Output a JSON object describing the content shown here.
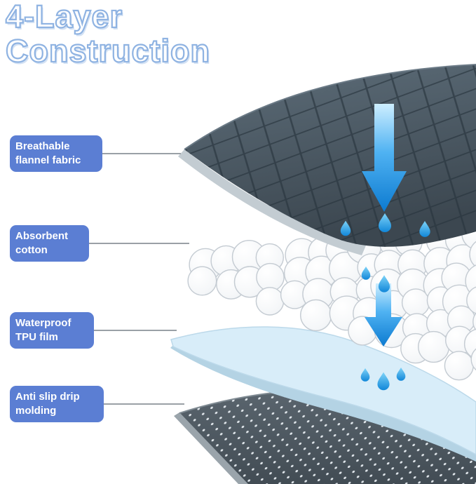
{
  "title": {
    "line1": "4-Layer",
    "line2": "Construction"
  },
  "labels": [
    {
      "id": "breathable-flannel",
      "text": "Breathable\nflannel fabric"
    },
    {
      "id": "absorbent-cotton",
      "text": "Absorbent\ncotton"
    },
    {
      "id": "waterproof-tpu",
      "text": "Waterproof\nTPU film"
    },
    {
      "id": "anti-slip-molding",
      "text": "Anti slip drip\nmolding"
    }
  ],
  "colors": {
    "label_background": "#5b7ed3",
    "label_text": "#ffffff",
    "title_fill": "#ffffff",
    "title_outline": "#8fb3e2",
    "flannel_fabric": "#46535e",
    "cotton": "#ffffff",
    "tpu_film": "#d8edf9",
    "anti_slip_base": "#545f68",
    "water_blue": "#1e8fe0"
  }
}
